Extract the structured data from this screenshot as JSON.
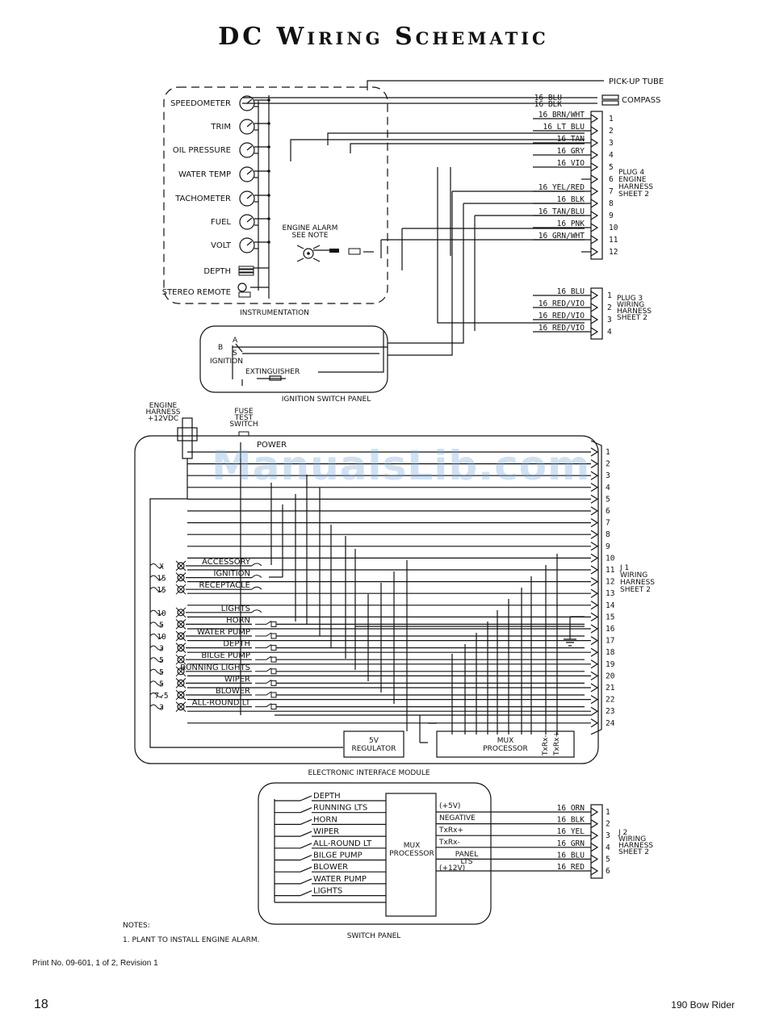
{
  "title": "DC Wiring Schematic",
  "watermark": "ManualsLib.com",
  "footer": {
    "print_no": "Print No. 09-601, 1 of 2, Revision 1",
    "page": "18",
    "model": "190 Bow Rider"
  },
  "instrumentation": {
    "caption": "INSTRUMENTATION",
    "gauges": [
      "SPEEDOMETER",
      "TRIM",
      "OIL PRESSURE",
      "WATER TEMP",
      "TACHOMETER",
      "FUEL",
      "VOLT",
      "DEPTH",
      "STEREO REMOTE"
    ],
    "alarm": [
      "ENGINE ALARM",
      "SEE NOTE"
    ]
  },
  "top_labels": {
    "pickup": "PICK-UP TUBE",
    "compass": "COMPASS",
    "compass_wires": [
      "16 BLU",
      "16 BLK"
    ]
  },
  "plug4": {
    "label": [
      "PLUG 4",
      "ENGINE",
      "HARNESS",
      "SHEET 2"
    ],
    "wires": [
      "16 BRN/WHT",
      "16 LT BLU",
      "16 TAN",
      "16 GRY",
      "16 VIO",
      "",
      "16 YEL/RED",
      "16 BLK",
      "16 TAN/BLU",
      "16 PNK",
      "16 GRN/WHT",
      ""
    ],
    "pins": [
      "1",
      "2",
      "3",
      "4",
      "5",
      "6",
      "7",
      "8",
      "9",
      "10",
      "11",
      "12"
    ]
  },
  "plug3": {
    "label": [
      "PLUG 3",
      "WIRING",
      "HARNESS",
      "SHEET 2"
    ],
    "wires": [
      "16 BLU",
      "16 RED/VIO",
      "16 RED/VIO",
      "16 RED/VIO"
    ],
    "pins": [
      "1",
      "2",
      "3",
      "4"
    ]
  },
  "ignition_panel": {
    "caption": "IGNITION SWITCH PANEL",
    "ignition": "IGNITION",
    "extinguisher": "EXTINGUISHER",
    "terms": [
      "A",
      "B",
      "S"
    ]
  },
  "engine_harness": [
    "ENGINE",
    "HARNESS",
    "+12VDC"
  ],
  "fuse_test": [
    "FUSE",
    "TEST",
    "SWITCH"
  ],
  "eim": {
    "caption": "ELECTRONIC INTERFACE MODULE",
    "power": "POWER",
    "regulator": [
      "5V",
      "REGULATOR"
    ],
    "mux": [
      "MUX",
      "PROCESSOR"
    ],
    "txrx": [
      "TxRx-",
      "TxRx+"
    ],
    "circuits": [
      {
        "amps": "X",
        "label": "ACCESSORY"
      },
      {
        "amps": "15",
        "label": "IGNITION"
      },
      {
        "amps": "15",
        "label": "RECEPTACLE"
      },
      {
        "amps": "10",
        "label": "LIGHTS"
      },
      {
        "amps": "5",
        "label": "HORN"
      },
      {
        "amps": "10",
        "label": "WATER PUMP"
      },
      {
        "amps": "3",
        "label": "DEPTH"
      },
      {
        "amps": "5",
        "label": "BILGE PUMP"
      },
      {
        "amps": "5",
        "label": "RUNNING LIGHTS"
      },
      {
        "amps": "5",
        "label": "WIPER"
      },
      {
        "amps": "7.5",
        "label": "BLOWER"
      },
      {
        "amps": "3",
        "label": "ALL-ROUND LT"
      }
    ]
  },
  "j1": {
    "label": [
      "J 1",
      "WIRING",
      "HARNESS",
      "SHEET 2"
    ],
    "pins": [
      "1",
      "2",
      "3",
      "4",
      "5",
      "6",
      "7",
      "8",
      "9",
      "10",
      "11",
      "12",
      "13",
      "14",
      "15",
      "16",
      "17",
      "18",
      "19",
      "20",
      "21",
      "22",
      "23",
      "24"
    ]
  },
  "switch_panel": {
    "caption": "SWITCH PANEL",
    "switches": [
      "DEPTH",
      "RUNNING LTS",
      "HORN",
      "WIPER",
      "ALL-ROUND LT",
      "BILGE PUMP",
      "BLOWER",
      "WATER PUMP",
      "LIGHTS"
    ],
    "mux": [
      "MUX",
      "PROCESSOR"
    ],
    "signals": [
      "(+5V)",
      "NEGATIVE",
      "TxRx+",
      "TxRx-",
      "PANEL",
      "LTS",
      "(+12V)"
    ]
  },
  "j2": {
    "label": [
      "J 2",
      "WIRING",
      "HARNESS",
      "SHEET 2"
    ],
    "wires": [
      "16 ORN",
      "16 BLK",
      "16 YEL",
      "16 GRN",
      "16 BLU",
      "16 RED"
    ],
    "pins": [
      "1",
      "2",
      "3",
      "4",
      "5",
      "6"
    ]
  },
  "notes": {
    "header": "NOTES:",
    "items": [
      "1. PLANT TO INSTALL ENGINE ALARM."
    ]
  }
}
